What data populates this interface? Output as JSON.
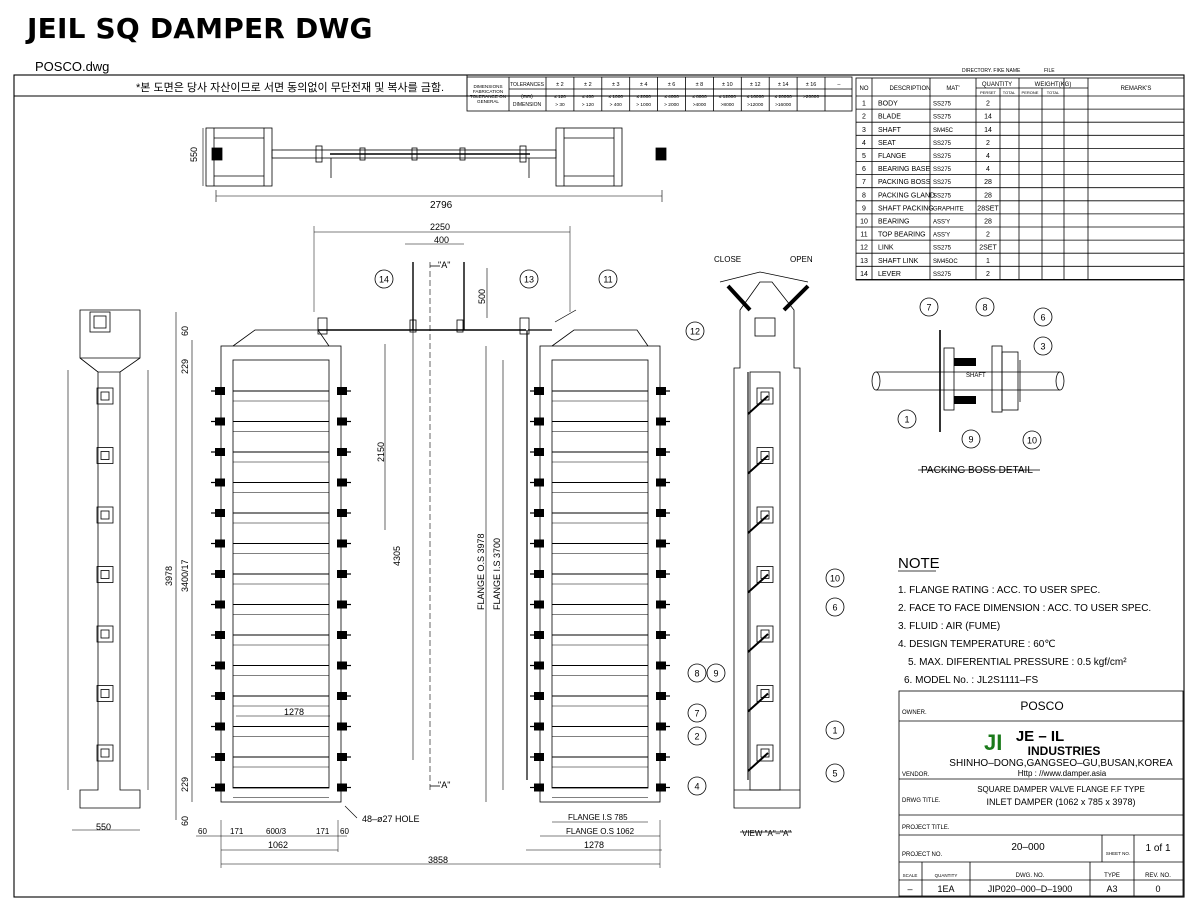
{
  "page": {
    "title": "JEIL SQ DAMPER DWG",
    "file_name": "POSCO.dwg",
    "notice": "*본 도면은 당사 자산이므로 서면 동의없이 무단전재 및 복사를 금함."
  },
  "header_small": {
    "directory": "DIRECTORY. FIKE NAME",
    "file": "FILE"
  },
  "tolerance_table": {
    "row_title": "DIMENSIONS FABRICATION TOLERANCE ON GENERAL",
    "label_tol": "TOLERANCES",
    "label_mm": "(mm)",
    "label_dim": "DIMENSION",
    "tolerances": [
      "± 2",
      "± 2",
      "± 3",
      "± 4",
      "± 6",
      "± 8",
      "± 10",
      "± 12",
      "± 14",
      "± 16",
      "–"
    ],
    "dim_top": [
      "≤ 120",
      "≤ 400",
      "≤ 1000",
      "≤ 2000",
      "≤ 4000",
      "≤ 8000",
      "≤ 12000",
      "≤ 16000",
      "≤ 20000",
      ">20000",
      ""
    ],
    "dim_bottom": [
      "> 30",
      "> 120",
      "> 400",
      "> 1000",
      "> 2000",
      ">4000",
      ">8000",
      ">12000",
      ">16000",
      "",
      ""
    ]
  },
  "bom": {
    "headers": {
      "no": "NO",
      "desc": "DESCRIPTION",
      "mat": "MAT'",
      "qty": "QUANTITY",
      "weight": "WEIGHT(KG)",
      "remark": "REMARK'S",
      "perset": "PERSET",
      "total": "TOTAL",
      "perone": "PERONE",
      "wtotal": "TOTAL"
    },
    "rows": [
      {
        "no": "1",
        "desc": "BODY",
        "mat": "SS275",
        "qty": "2"
      },
      {
        "no": "2",
        "desc": "BLADE",
        "mat": "SS275",
        "qty": "14"
      },
      {
        "no": "3",
        "desc": "SHAFT",
        "mat": "SM45C",
        "qty": "14"
      },
      {
        "no": "4",
        "desc": "SEAT",
        "mat": "SS275",
        "qty": "2"
      },
      {
        "no": "5",
        "desc": "FLANGE",
        "mat": "SS275",
        "qty": "4"
      },
      {
        "no": "6",
        "desc": "BEARING BASE",
        "mat": "SS275",
        "qty": "4"
      },
      {
        "no": "7",
        "desc": "PACKING BOSS",
        "mat": "SS275",
        "qty": "28"
      },
      {
        "no": "8",
        "desc": "PACKING GLAND",
        "mat": "SS275",
        "qty": "28"
      },
      {
        "no": "9",
        "desc": "SHAFT PACKING",
        "mat": "GRAPHITE",
        "qty": "28SET"
      },
      {
        "no": "10",
        "desc": "BEARING",
        "mat": "ASS'Y",
        "qty": "28"
      },
      {
        "no": "11",
        "desc": "TOP BEARING",
        "mat": "ASS'Y",
        "qty": "2"
      },
      {
        "no": "12",
        "desc": "LINK",
        "mat": "SS275",
        "qty": "2SET"
      },
      {
        "no": "13",
        "desc": "SHAFT LINK",
        "mat": "SM45OC",
        "qty": "1"
      },
      {
        "no": "14",
        "desc": "LEVER",
        "mat": "SS275",
        "qty": "2"
      }
    ]
  },
  "dimensions": {
    "top_width": "2796",
    "top_height": "550",
    "w2250": "2250",
    "w400": "400",
    "w500": "500",
    "section_a": "\"A\"",
    "h60": "60",
    "h229": "229",
    "h2150": "2150",
    "h4305": "4305",
    "h3978": "3978",
    "h3400": "3400/17",
    "w1278": "1278",
    "w550": "550",
    "w60": "60",
    "w171": "171",
    "w600": "600/3",
    "w1062": "1062",
    "w3858": "3858",
    "hole": "48–ø27 HOLE",
    "flange_os_v": "FLANGE O.S 3978",
    "flange_is_v": "FLANGE I.S  3700",
    "flange_is_h": "FLANGE I.S 785",
    "flange_os_h": "FLANGE O.S 1062",
    "close": "CLOSE",
    "open": "OPEN",
    "view_aa": "VIEW \"A\"–\"A\"",
    "shaft": "SHAFT",
    "packing_detail": "PACKING BOSS DETAIL"
  },
  "balloons": {
    "b1": "1",
    "b2": "2",
    "b3": "3",
    "b4": "4",
    "b5": "5",
    "b6": "6",
    "b7": "7",
    "b8": "8",
    "b9": "9",
    "b10": "10",
    "b11": "11",
    "b12": "12",
    "b13": "13",
    "b14": "14"
  },
  "notes": {
    "heading": "NOTE",
    "items": [
      "1. FLANGE RATING : ACC. TO USER SPEC.",
      "2. FACE TO FACE DIMENSION : ACC. TO USER SPEC.",
      "3. FLUID : AIR (FUME)",
      "4. DESIGN TEMPERATURE : 60℃",
      "5. MAX. DIFERENTIAL PRESSURE : 0.5 kgf/cm²",
      "6. MODEL No. : JL2S1111–FS"
    ]
  },
  "title_block": {
    "owner_label": "OWNER.",
    "owner": "POSCO",
    "vendor_label": "VENDOR.",
    "logo": "JI",
    "company_1": "JE – IL",
    "company_2": "INDUSTRIES",
    "address": "SHINHO–DONG,GANGSEO–GU,BUSAN,KOREA",
    "url": "Http : //www.damper.asia",
    "drwg_title_label": "DRWG TITLE.",
    "drwg_title_1": "SQUARE DAMPER VALVE FLANGE F.F TYPE",
    "drwg_title_2": "INLET DAMPER (1062 x 785 x 3978)",
    "project_title_label": "PROJECT TITLE.",
    "project_no_label": "PROJECT NO.",
    "project_no": "20–000",
    "sheet_label": "SHEET NO.",
    "sheet": "1 of 1",
    "scale_label": "SCALE",
    "quantity_label": "QUANTITY",
    "dwg_no_label": "DWG. NO.",
    "type_label": "TYPE",
    "rev_label": "REV. NO.",
    "scale": "–",
    "quantity": "1EA",
    "dwg_no": "JIP020–000–D–1900",
    "type": "A3",
    "rev": "0"
  },
  "colors": {
    "logo_green": "#1a7a1a",
    "line": "#000000"
  }
}
